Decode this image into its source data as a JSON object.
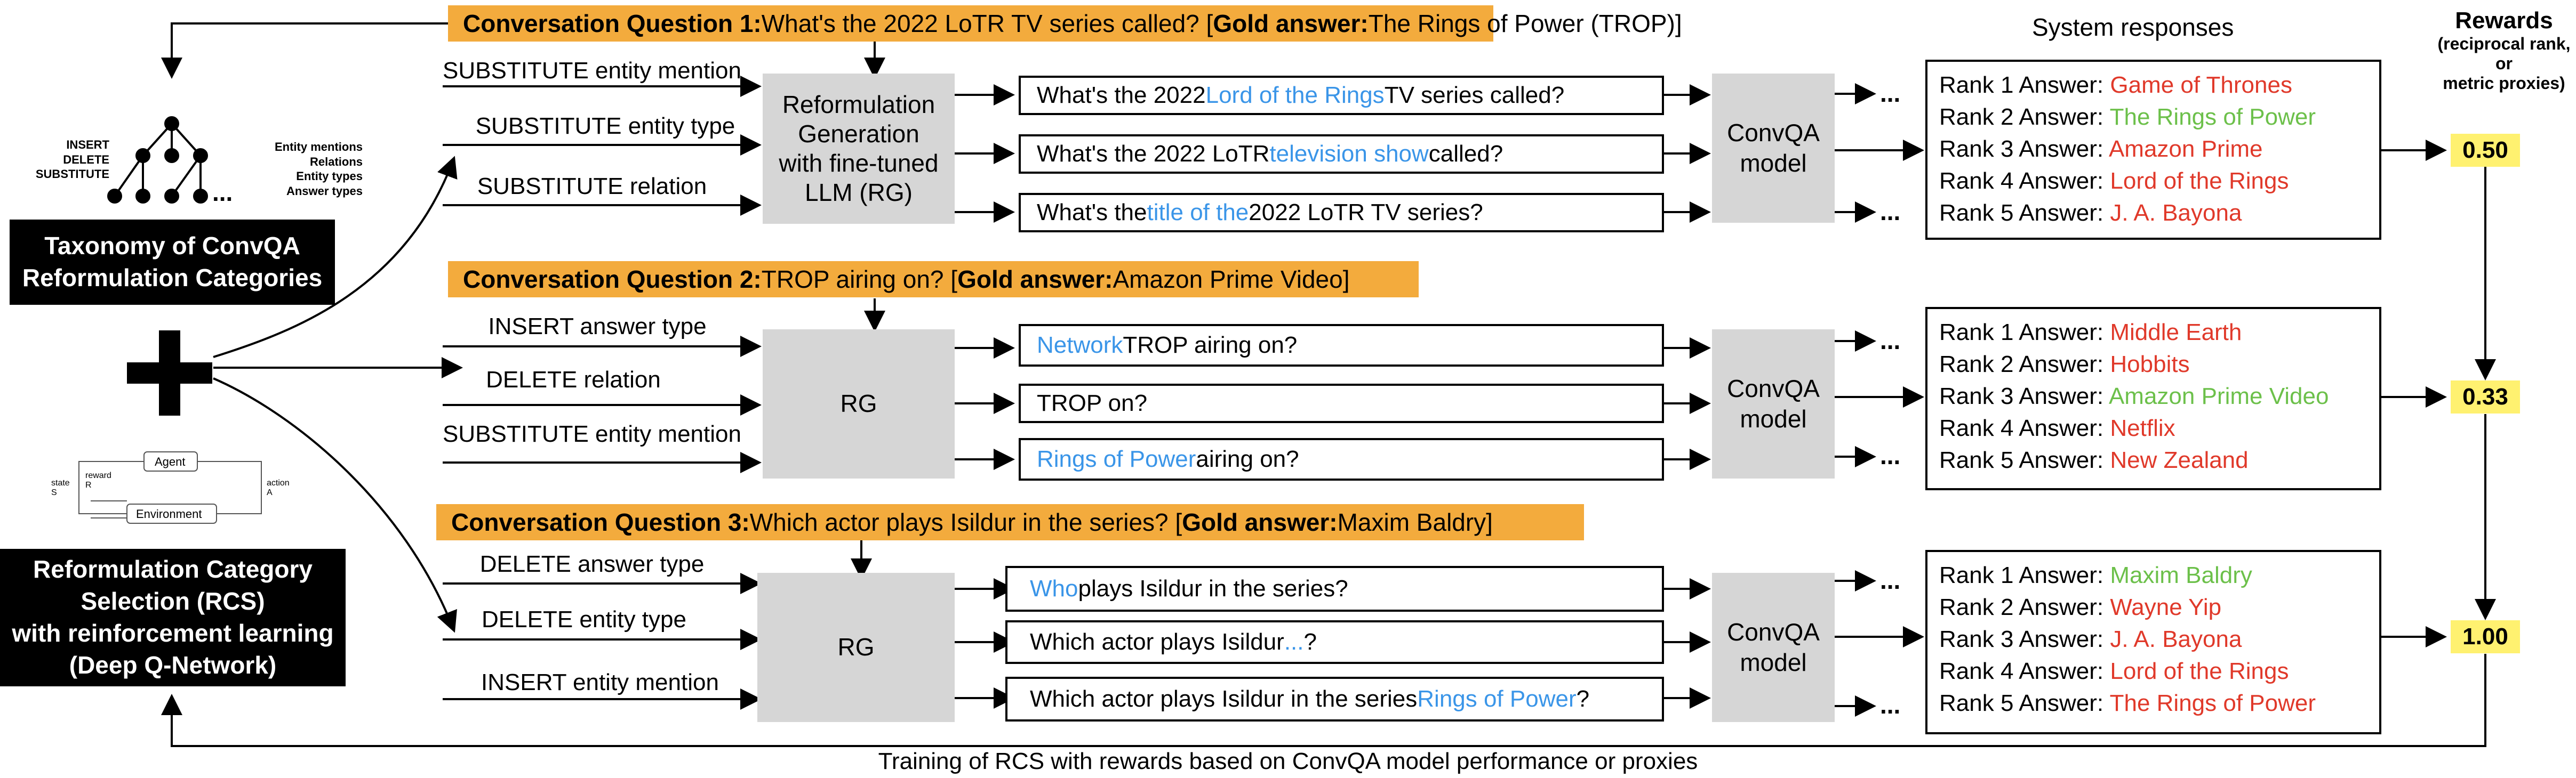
{
  "taxonomy": {
    "ops": [
      "INSERT",
      "DELETE",
      "SUBSTITUTE"
    ],
    "leaf_types": [
      "Entity mentions",
      "Relations",
      "Entity types",
      "Answer types"
    ],
    "dots": "...",
    "box_line1": "Taxonomy of ConvQA",
    "box_line2": "Reformulation Categories"
  },
  "plus": "+",
  "rcs": {
    "state_label": "state",
    "state_sym": "S",
    "reward_label": "reward",
    "reward_sym": "R",
    "agent": "Agent",
    "environment": "Environment",
    "action_label": "action",
    "action_sym": "A",
    "box_lines": [
      "Reformulation Category",
      "Selection (RCS)",
      "with reinforcement learning",
      "(Deep Q-Network)"
    ]
  },
  "header": {
    "system_responses": "System responses",
    "rewards_title": "Rewards",
    "rewards_sub1": "(reciprocal rank, or",
    "rewards_sub2": "metric proxies)"
  },
  "conversations": [
    {
      "label": "Conversation Question 1:",
      "question": " What's the 2022 LoTR TV series called? [",
      "gold_label": "Gold answer:",
      "gold": " The Rings of Power (TROP)]",
      "operations": [
        "SUBSTITUTE entity mention",
        "SUBSTITUTE entity type",
        "SUBSTITUTE relation"
      ],
      "rg": "Reformulation Generation with fine-tuned LLM (RG)",
      "reformulations": [
        {
          "pre": "What's the 2022 ",
          "hl": "Lord of the Rings",
          "post": " TV series called?"
        },
        {
          "pre": "What's the 2022 LoTR ",
          "hl": "television show",
          "post": " called?"
        },
        {
          "pre": "What's the ",
          "hl": "title of the",
          "post": " 2022 LoTR TV series?"
        }
      ],
      "model_line1": "ConvQA",
      "model_line2": "model",
      "answers": [
        {
          "rank": "Rank 1 Answer: ",
          "value": "Game of Thrones",
          "correct": false
        },
        {
          "rank": "Rank 2 Answer: ",
          "value": "The Rings of Power",
          "correct": true
        },
        {
          "rank": "Rank 3 Answer: ",
          "value": "Amazon Prime",
          "correct": false
        },
        {
          "rank": "Rank 4 Answer: ",
          "value": "Lord of the Rings",
          "correct": false
        },
        {
          "rank": "Rank 5 Answer: ",
          "value": "J. A. Bayona",
          "correct": false
        }
      ],
      "reward": "0.50"
    },
    {
      "label": "Conversation Question 2:",
      "question": " TROP airing on? [",
      "gold_label": "Gold answer:",
      "gold": " Amazon Prime Video]",
      "operations": [
        "INSERT answer type",
        "DELETE relation",
        "SUBSTITUTE entity mention"
      ],
      "rg": "RG",
      "reformulations": [
        {
          "pre": "",
          "hl": "Network",
          "post": " TROP airing on?"
        },
        {
          "pre": "TROP on?",
          "hl": "",
          "post": ""
        },
        {
          "pre": "",
          "hl": "Rings of Power",
          "post": " airing on?"
        }
      ],
      "model_line1": "ConvQA",
      "model_line2": "model",
      "answers": [
        {
          "rank": "Rank 1 Answer: ",
          "value": "Middle Earth",
          "correct": false
        },
        {
          "rank": "Rank 2 Answer: ",
          "value": "Hobbits",
          "correct": false
        },
        {
          "rank": "Rank 3 Answer: ",
          "value": "Amazon Prime Video",
          "correct": true
        },
        {
          "rank": "Rank 4 Answer: ",
          "value": "Netflix",
          "correct": false
        },
        {
          "rank": "Rank 5 Answer: ",
          "value": "New Zealand",
          "correct": false
        }
      ],
      "reward": "0.33"
    },
    {
      "label": "Conversation Question 3:",
      "question": " Which actor plays Isildur in the series? [",
      "gold_label": "Gold answer:",
      "gold": " Maxim Baldry]",
      "operations": [
        "DELETE answer type",
        "DELETE entity type",
        "INSERT entity mention"
      ],
      "rg": "RG",
      "reformulations": [
        {
          "pre": "",
          "hl": "Who",
          "post": " plays Isildur in the series?"
        },
        {
          "pre": "Which actor plays Isildur ",
          "hl": "...",
          "post": "?"
        },
        {
          "pre": "Which actor plays Isildur in the series ",
          "hl": "Rings of Power",
          "post": "?"
        }
      ],
      "model_line1": "ConvQA",
      "model_line2": "model",
      "answers": [
        {
          "rank": "Rank 1 Answer: ",
          "value": "Maxim Baldry",
          "correct": true
        },
        {
          "rank": "Rank 2 Answer: ",
          "value": "Wayne Yip",
          "correct": false
        },
        {
          "rank": "Rank 3 Answer: ",
          "value": "J. A. Bayona",
          "correct": false
        },
        {
          "rank": "Rank 4 Answer: ",
          "value": "Lord of the Rings",
          "correct": false
        },
        {
          "rank": "Rank 5 Answer: ",
          "value": "The Rings of Power",
          "correct": false
        }
      ],
      "reward": "1.00"
    }
  ],
  "dots": "...",
  "footer": "Training of RCS with rewards based on ConvQA model performance or proxies",
  "colors": {
    "banner": "#f3ab3d",
    "reward": "#fff170",
    "highlight": "#3a95e8",
    "wrong": "#e0392a",
    "correct": "#6cc04a",
    "box_gray": "#d6d6d6"
  }
}
